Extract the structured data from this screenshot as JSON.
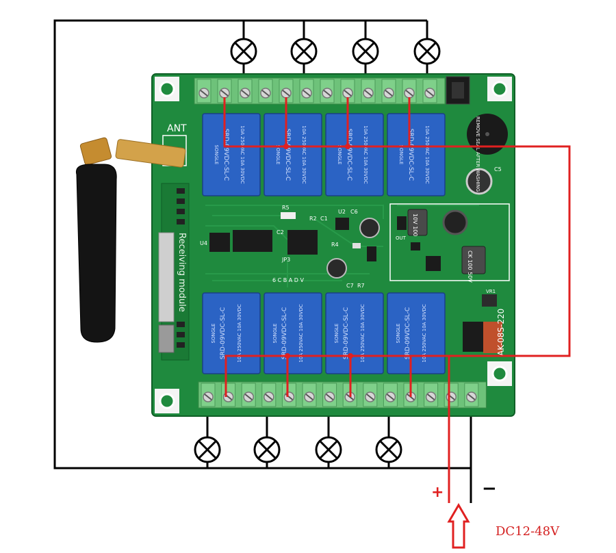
{
  "board": {
    "antenna_label": "ANT",
    "module_label": "Receiving module",
    "relay_text_1": "SRD-09VDC-SL-C",
    "relay_text_2": "10A 250VAC  10A 30VDC",
    "relay_brand": "SONGLE",
    "reset_button_text": "REMOVE SEAL AFTER WASHING",
    "ic_labels": {
      "r5": "R5",
      "r2": "R2",
      "c1": "C1",
      "c2": "C2",
      "u2": "U2",
      "c6": "C6",
      "u4": "U4",
      "r4": "R4",
      "c7": "C7",
      "r7": "R7",
      "c5": "C5",
      "vr1": "VR1",
      "jp3": "JP3",
      "out": "OUT"
    },
    "jp_pins": "6 C B A D V",
    "cap_text_1": "10V 100",
    "cap_text_2": "CK 100 50V",
    "power_module_label": "AK-08S-220"
  },
  "power": {
    "plus_label": "+",
    "minus_label": "−",
    "voltage_label": "DC12-48V"
  },
  "colors": {
    "pcb": "#1f8a3e",
    "pcb_dark": "#146b2c",
    "relay": "#2b63c4",
    "terminal": "#6ec27a",
    "wire_black": "#000000",
    "wire_red": "#e02020",
    "voltage_text": "#d42020"
  }
}
